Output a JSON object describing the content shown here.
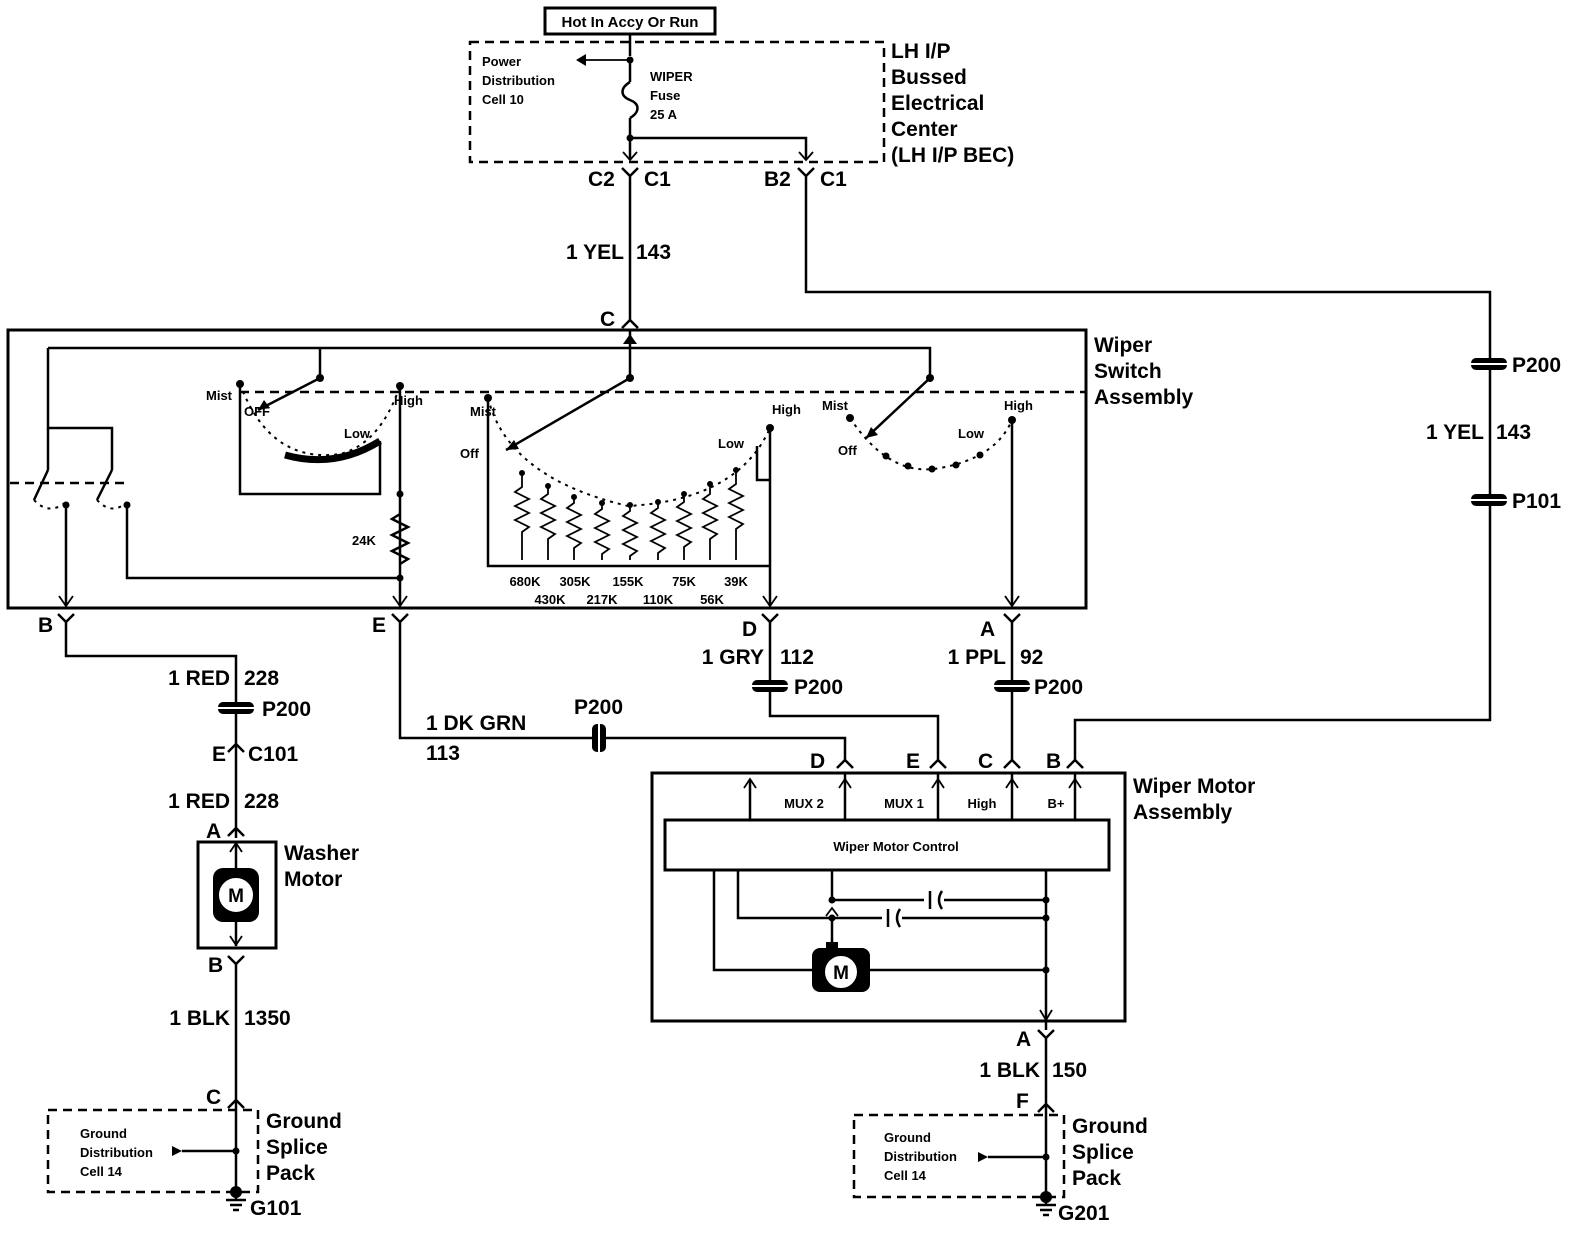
{
  "header": {
    "hot_label": "Hot In Accy Or Run"
  },
  "bec": {
    "label_lines": [
      "LH I/P",
      "Bussed",
      "Electrical",
      "Center",
      "(LH I/P BEC)"
    ],
    "power_dist_lines": [
      "Power",
      "Distribution",
      "Cell 10"
    ],
    "fuse_lines": [
      "WIPER",
      "Fuse",
      "25 A"
    ],
    "conn_c2": "C2",
    "conn_c1a": "C1",
    "conn_b2": "B2",
    "conn_c1b": "C1"
  },
  "wires": {
    "yel_143_a": {
      "color": "1 YEL",
      "circuit": "143"
    },
    "yel_143_b": {
      "color": "1 YEL",
      "circuit": "143"
    },
    "red_228_a": {
      "color": "1 RED",
      "circuit": "228"
    },
    "red_228_b": {
      "color": "1 RED",
      "circuit": "228"
    },
    "dkgrn_113": {
      "color": "1 DK GRN",
      "circuit": "113"
    },
    "gry_112": {
      "color": "1 GRY",
      "circuit": "112"
    },
    "ppl_92": {
      "color": "1 PPL",
      "circuit": "92"
    },
    "blk_1350": {
      "color": "1 BLK",
      "circuit": "1350"
    },
    "blk_150": {
      "color": "1 BLK",
      "circuit": "150"
    }
  },
  "connectors": {
    "p200": "P200",
    "p101": "P101",
    "c101": "C101",
    "sw_c": "C",
    "sw_b": "B",
    "sw_e": "E",
    "sw_d": "D",
    "sw_a": "A",
    "mot_d": "D",
    "mot_e": "E",
    "mot_c": "C",
    "mot_b": "B",
    "mot_a": "A",
    "gnd_f": "F",
    "wm_e": "E",
    "wm_a": "A",
    "wm_b": "B",
    "gnd_c": "C"
  },
  "wiper_switch": {
    "label_lines": [
      "Wiper",
      "Switch",
      "Assembly"
    ],
    "pos_mist": "Mist",
    "pos_off_caps": "OFF",
    "pos_off": "Off",
    "pos_low": "Low",
    "pos_high": "High",
    "r_24k": "24K",
    "resistors_top": [
      "680K",
      "305K",
      "155K",
      "75K",
      "39K"
    ],
    "resistors_bottom": [
      "430K",
      "217K",
      "110K",
      "56K"
    ]
  },
  "wiper_motor": {
    "label_lines": [
      "Wiper Motor",
      "Assembly"
    ],
    "control": "Wiper Motor Control",
    "mux2": "MUX 2",
    "mux1": "MUX 1",
    "high": "High",
    "bplus": "B+",
    "motor_symbol": "M"
  },
  "washer_motor": {
    "label_lines": [
      "Washer",
      "Motor"
    ],
    "motor_symbol": "M"
  },
  "ground_left": {
    "label_lines": [
      "Ground",
      "Splice",
      "Pack"
    ],
    "cell_lines": [
      "Ground",
      "Distribution",
      "Cell 14"
    ],
    "ground_id": "G101"
  },
  "ground_right": {
    "label_lines": [
      "Ground",
      "Splice",
      "Pack"
    ],
    "cell_lines": [
      "Ground",
      "Distribution",
      "Cell 14"
    ],
    "ground_id": "G201"
  }
}
